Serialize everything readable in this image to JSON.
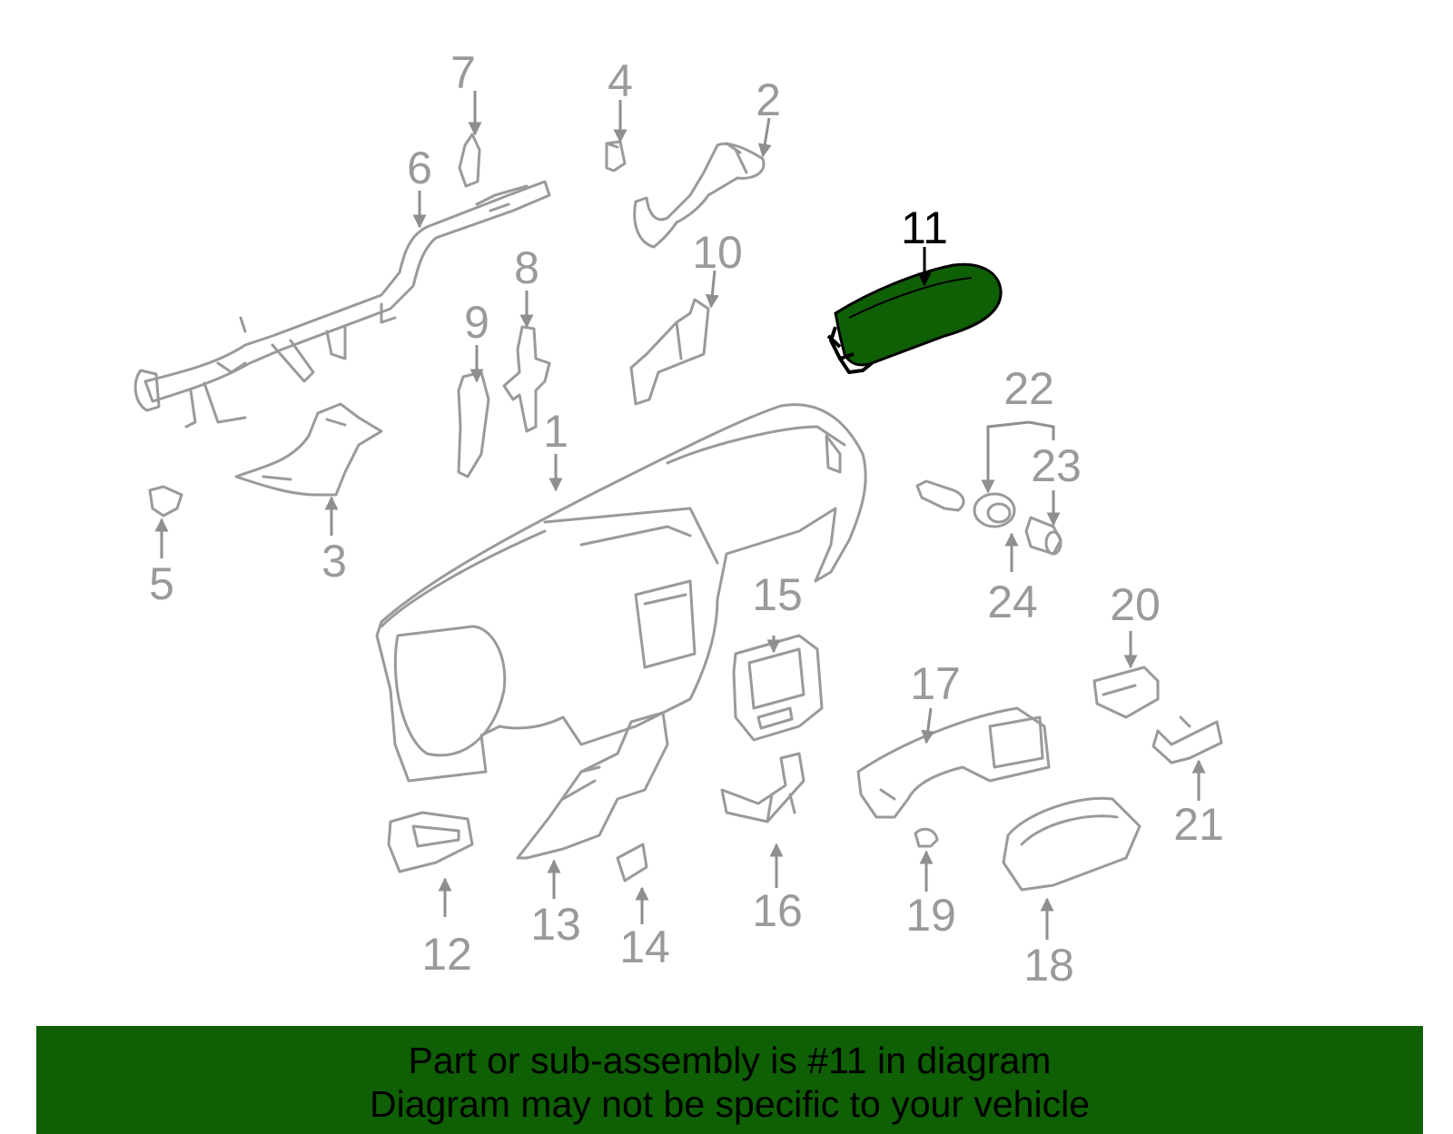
{
  "diagram": {
    "highlight_color": "#0f5f05",
    "highlighted_part": "11",
    "callouts": {
      "c1": "1",
      "c2": "2",
      "c3": "3",
      "c4": "4",
      "c5": "5",
      "c6": "6",
      "c7": "7",
      "c8": "8",
      "c9": "9",
      "c10": "10",
      "c11": "11",
      "c12": "12",
      "c13": "13",
      "c14": "14",
      "c15": "15",
      "c16": "16",
      "c17": "17",
      "c18": "18",
      "c19": "19",
      "c20": "20",
      "c21": "21",
      "c22": "22",
      "c23": "23",
      "c24": "24"
    }
  },
  "banner": {
    "line1": "Part or sub-assembly is #11 in diagram",
    "line2": "Diagram may not be specific to your vehicle",
    "background": "#0f5f05"
  }
}
